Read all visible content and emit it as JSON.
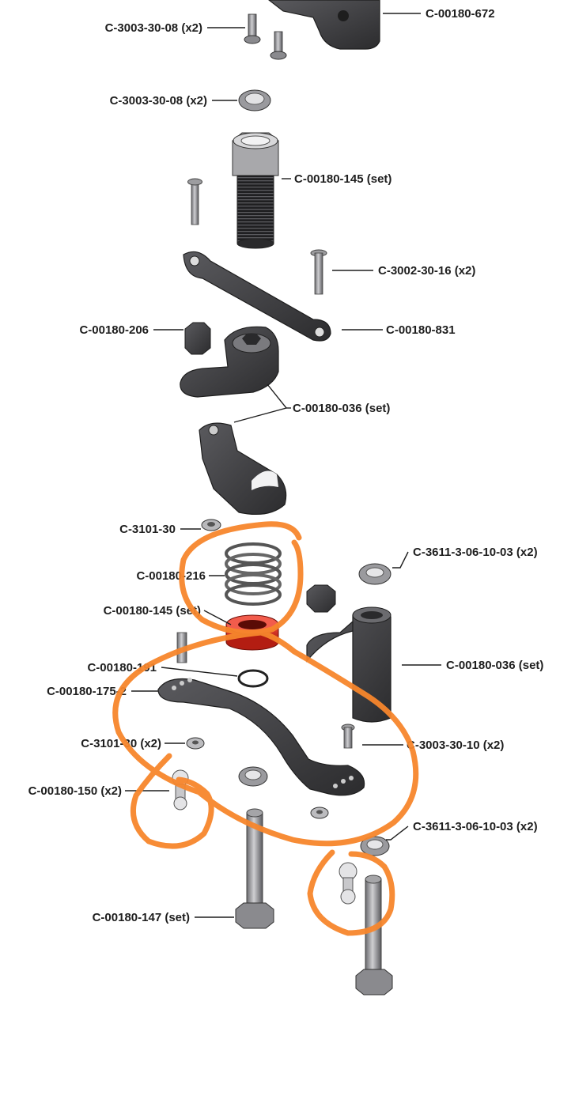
{
  "colors": {
    "background": "#ffffff",
    "part_dark": "#3a3a3c",
    "part_mid": "#6e6e72",
    "part_light": "#bdbdc0",
    "aluminum_red": "#d42a1e",
    "annotation_orange": "#f7862c",
    "leader_line": "#1e1e1e"
  },
  "labels": {
    "c00180672": "C-00180-672",
    "c3003_30_08_screw": "C-3003-30-08 (x2)",
    "c3003_30_08_bearing": "C-3003-30-08 (x2)",
    "c00180145_top": "C-00180-145 (set)",
    "c3002_30_16": "C-3002-30-16 (x2)",
    "c00180206": "C-00180-206",
    "c00180831": "C-00180-831",
    "c00180036_upper": "C-00180-036 (set)",
    "c3101_30": "C-3101-30",
    "c3611_upper": "C-3611-3-06-10-03 (x2)",
    "c00180216": "C-00180-216",
    "c00180145_lower": "C-00180-145 (set)",
    "c00180036_lower": "C-00180-036 (set)",
    "c00180191": "C-00180-191",
    "c00180175": "C-00180-175-2",
    "c3101_30_x2": "C-3101-30 (x2)",
    "c3003_30_10": "C-3003-30-10 (x2)",
    "c00180150": "C-00180-150 (x2)",
    "c3611_lower": "C-3611-3-06-10-03 (x2)",
    "c00180147": "C-00180-147 (set)"
  }
}
